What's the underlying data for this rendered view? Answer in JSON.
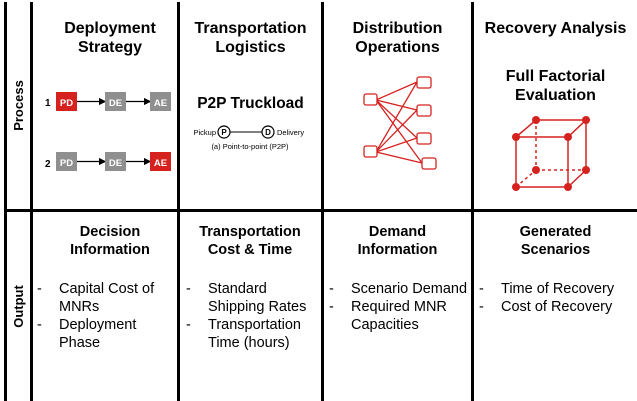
{
  "rows": {
    "process": "Process",
    "output": "Output"
  },
  "process": {
    "deployment": {
      "title": "Deployment Strategy",
      "strategies": [
        {
          "index": "1",
          "nodes": [
            "PD",
            "DE",
            "AE"
          ],
          "highlight": "PD"
        },
        {
          "index": "2",
          "nodes": [
            "PD",
            "DE",
            "AE"
          ],
          "highlight": "AE"
        }
      ]
    },
    "transportation": {
      "title": "Transportation Logistics",
      "subtitle": "P2P Truckload",
      "pickup_label": "Pickup",
      "pickup_node": "P",
      "delivery_node": "D",
      "delivery_label": "Delivery",
      "caption": "(a) Point-to-point (P2P)"
    },
    "distribution": {
      "title": "Distribution Operations"
    },
    "recovery": {
      "title": "Recovery Analysis",
      "subtitle": "Full Factorial Evaluation"
    }
  },
  "output": {
    "decision": {
      "title": "Decision Information",
      "items": [
        "Capital Cost of MNRs",
        "Deployment Phase"
      ]
    },
    "transport": {
      "title": "Transportation Cost & Time",
      "items": [
        "Standard Shipping Rates",
        "Transportation Time (hours)"
      ]
    },
    "demand": {
      "title": "Demand Information",
      "items": [
        "Scenario Demand",
        "Required MNR Capacities"
      ]
    },
    "scenarios": {
      "title": "Generated Scenarios",
      "items": [
        "Time of Recovery",
        "Cost of Recovery"
      ]
    }
  },
  "colors": {
    "highlight": "#d6221f",
    "node": "#8f8f8f",
    "accent": "#d6221f",
    "border": "#000000"
  }
}
